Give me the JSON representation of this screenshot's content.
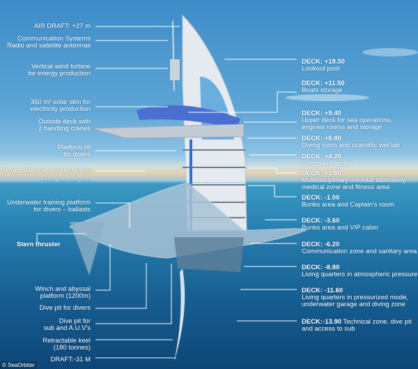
{
  "left_labels": {
    "air_draft": "AIR DRAFT: +27 m",
    "communication_1": "Communication Systems",
    "communication_2": "Radio and satellite antennas",
    "wind_1": "Vertical wind turbine",
    "wind_2": "for energy production",
    "solar_1": "350 m² solar skin for",
    "solar_2": "electricity production",
    "outside_deck_1": "Outside deck with",
    "outside_deck_2": "2 handling cranes",
    "platform_lift_1": "Platform lift",
    "platform_lift_2": "for divers",
    "ladder": "Retractable rear access ladder",
    "training_1": "Underwater training platform",
    "training_2": "for divers – ballasts",
    "stern_thruster": "Stern thruster",
    "winch_1": "Winch and abyssal",
    "winch_2": "platform (1200m)",
    "dive_pit_divers": "Dive pit for divers",
    "dive_pit_sub_1": "Dive pit for",
    "dive_pit_sub_2": "sub and A.U.V's",
    "keel_1": "Retractable keel",
    "keel_2": "(180 tonnes)",
    "draft": "DRAFT:-31 M"
  },
  "sea_level": "LEVEL OF THE SEA",
  "decks": [
    {
      "deck": "DECK: +18.50",
      "desc": [
        "Lookout post"
      ]
    },
    {
      "deck": "DECK: +11.50",
      "desc": [
        "Boats storage"
      ]
    },
    {
      "deck": "DECK: +9.40",
      "desc": [
        "Upper deck for sea operations,",
        "engines rooms and storage"
      ]
    },
    {
      "deck": "DECK: +6.80",
      "desc": [
        "Diving room and scientific wet lab"
      ]
    },
    {
      "deck": "DECK: +4.20",
      "desc": [
        "Command bridge"
      ]
    },
    {
      "deck": "DECK: +1.60",
      "desc": [
        "Multidisciplinary modular laboratory,",
        "medical zone and fitness area"
      ]
    },
    {
      "deck": "DECK: -1.00",
      "desc": [
        "Bunks area and Captain's room"
      ]
    },
    {
      "deck": "DECK: -3.60",
      "desc": [
        "Bunks area and VIP cabin"
      ]
    },
    {
      "deck": "DECK: -6.20",
      "desc": [
        "Communication zone and sanitary area"
      ]
    },
    {
      "deck": "DECK: -8.80",
      "desc": [
        "Living quarters in atmospheric pressure"
      ]
    },
    {
      "deck": "DECK: -11.60",
      "desc": [
        "Living quarters in pressurized mode,",
        "underwater garage and diving zone"
      ]
    },
    {
      "deck": "DECK:-13.90",
      "desc": [
        "Technical zone, dive pit",
        "and access to sub"
      ]
    }
  ],
  "credit": "© SeaOrbiter",
  "colors": {
    "sky": "#5ea6d6",
    "sea": "#2a84b4",
    "deep_sea": "#0d4677",
    "structure": "#dfe6ec",
    "solar": "#4a6fd0"
  }
}
